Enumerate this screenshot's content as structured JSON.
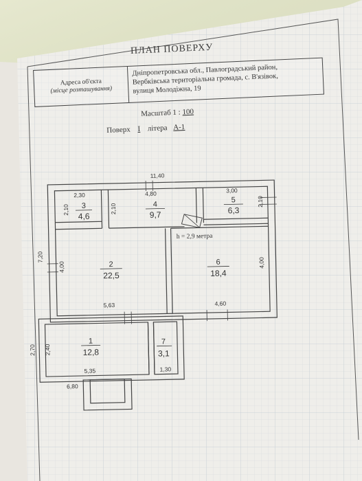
{
  "document": {
    "title": "ПЛАН ПОВЕРХУ",
    "address_label_line1": "Адреса об'єкта",
    "address_label_line2": "(місце розташування)",
    "address_line1": "Дніпропетровська обл., Павлоградський район,",
    "address_line2": "Вербківська територіальна громада, с. В'язівок,",
    "address_line3": "вулиця Молодіжна, 19",
    "scale_label": "Масштаб 1 :",
    "scale_value": "100",
    "floor_label": "Поверх",
    "floor_value": "I",
    "letter_label": "літера",
    "letter_value": "А-1"
  },
  "plan": {
    "height_note": "h = 2,9 метра",
    "dimensions": {
      "overall_width": "11,40",
      "overall_height": "7,20",
      "room3_width": "2,30",
      "room3_height": "2,10",
      "room4_width": "4,80",
      "room4_height": "2,10",
      "room5_width": "3,00",
      "room5_height": "2,10",
      "room2_height": "4,00",
      "room2_width": "5,63",
      "room6_height": "4,00",
      "room6_width": "4,60",
      "room1_height_outer": "2,70",
      "room1_height_inner": "2,40",
      "room1_width": "5,35",
      "room7_width": "1,30",
      "bottom_width": "6,80"
    },
    "rooms": [
      {
        "number": "1",
        "area": "12,8"
      },
      {
        "number": "2",
        "area": "22,5"
      },
      {
        "number": "3",
        "area": "4,6"
      },
      {
        "number": "4",
        "area": "9,7"
      },
      {
        "number": "5",
        "area": "6,3"
      },
      {
        "number": "6",
        "area": "18,4"
      },
      {
        "number": "7",
        "area": "3,1"
      }
    ]
  }
}
